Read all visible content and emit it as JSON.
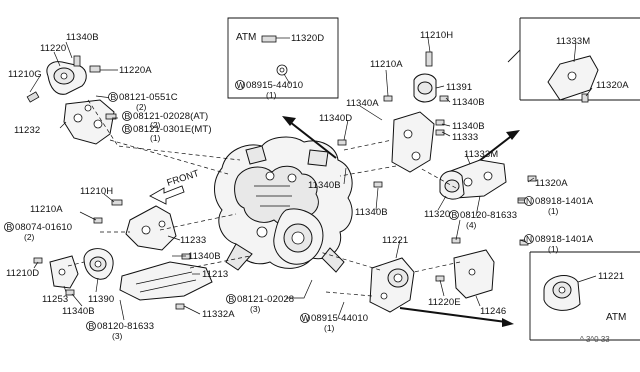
{
  "labels": {
    "l11340B_a": "11340B",
    "l11220": "11220",
    "l11210G": "11210G",
    "l11220A": "11220A",
    "l0551C": "08121-0551C",
    "l0551C_q": "(2)",
    "l11232": "11232",
    "l02028AT": "08121-02028(AT)",
    "l02028AT_q": "(2)",
    "l0301E": "08121-0301E(MT)",
    "l0301E_q": "(1)",
    "l11210H_a": "11210H",
    "l11210A_a": "11210A",
    "l08074": "08074-01610",
    "l08074_q": "(2)",
    "l11210D": "11210D",
    "l11253": "11253",
    "l11390": "11390",
    "l11340B_b": "11340B",
    "l81633_a": "08120-81633",
    "l81633_a_q": "(3)",
    "l11233": "11233",
    "l11340B_c": "11340B",
    "l11213": "11213",
    "l11332A": "11332A",
    "l02028": "08121-02028",
    "l02028_q": "(3)",
    "l44010_b": "08915-44010",
    "l44010_b_q": "(1)",
    "l11320D": "11320D",
    "l44010_a": "08915-44010",
    "l44010_a_q": "(1)",
    "l11210A_b": "11210A",
    "l11340A": "11340A",
    "l11340D": "11340D",
    "l11340B_d": "11340B",
    "l11340B_e": "11340B",
    "l11210H_b": "11210H",
    "l11391": "11391",
    "l11340B_f": "11340B",
    "l11340B_g": "11340B",
    "l11333": "11333",
    "l11333M_a": "11333M",
    "l11320": "11320",
    "l11221_a": "11221",
    "l81633_b": "08120-81633",
    "l81633_b_q": "(4)",
    "l1401A_a": "08918-1401A",
    "l1401A_a_q": "(1)",
    "l11320A_a": "11320A",
    "l1401A_b": "08918-1401A",
    "l1401A_b_q": "(1)",
    "l11220E": "11220E",
    "l11246": "11246",
    "l11333M_b": "11333M",
    "l11320A_b": "11320A",
    "l11221_b": "11221",
    "front": "FRONT"
  },
  "atm": {
    "top": "ATM",
    "bottom": "ATM"
  },
  "prefix": {
    "B": "B",
    "W": "W",
    "N": "N"
  },
  "code": "^ 3^0 33"
}
